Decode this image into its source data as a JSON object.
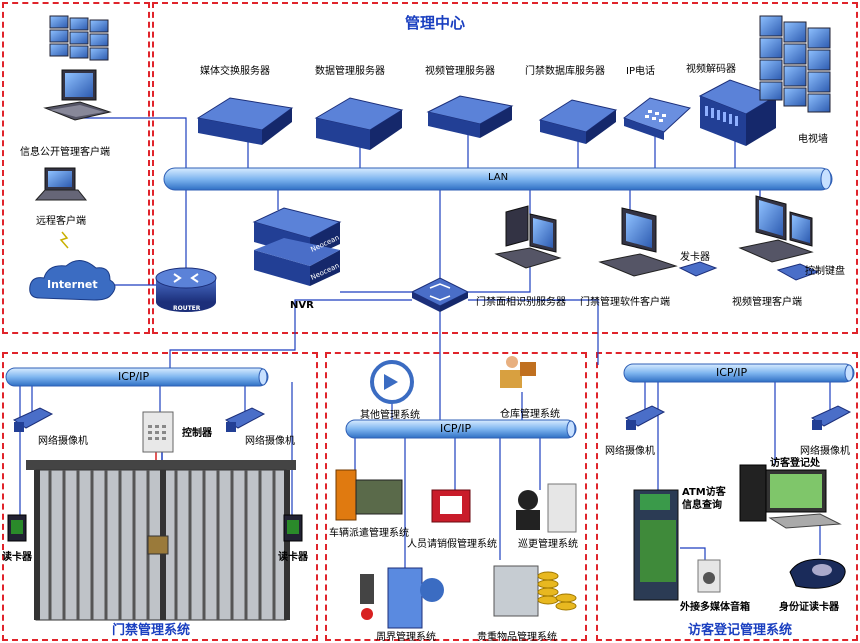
{
  "zones": {
    "management_center": "管理中心",
    "access_control": "门禁管理系统",
    "visitor": "访客登记管理系统"
  },
  "networks": {
    "lan": "LAN",
    "icp_left": "ICP/IP",
    "icp_middle": "ICP/IP",
    "icp_right": "ICP/IP"
  },
  "devices": {
    "media_server": "媒体交换服务器",
    "data_server": "数据管理服务器",
    "video_server": "视频管理服务器",
    "door_db_server": "门禁数据库服务器",
    "ip_phone": "IP电话",
    "video_decoder": "视频解码器",
    "tv_wall": "电视墙",
    "info_client": "信息公开管理客户端",
    "remote_client": "远程客户端",
    "internet": "Internet",
    "router": "ROUTER",
    "nvr": "NVR",
    "neocean": "Neocean",
    "face_server": "门禁面相识别服务器",
    "door_client": "门禁管理软件客户端",
    "card_issuer": "发卡器",
    "control_keyboard": "控制键盘",
    "video_client": "视频管理客户端",
    "camera_left1": "网络摄像机",
    "camera_left2": "网络摄像机",
    "controller": "控制器",
    "reader_left": "读卡器",
    "reader_right": "读卡器",
    "other_system": "其他管理系统",
    "warehouse": "仓库管理系统",
    "vehicle": "车辆派遣管理系统",
    "leave": "人员请销假管理系统",
    "patrol": "巡更管理系统",
    "perimeter": "周界管理系统",
    "valuables": "贵重物品管理系统",
    "camera_right1": "网络摄像机",
    "camera_right2": "网络摄像机",
    "visitor_desk": "访客登记处",
    "atm_query": "ATM访客\n信息查询",
    "speaker": "外接多媒体音箱",
    "id_reader": "身份证读卡器"
  }
}
